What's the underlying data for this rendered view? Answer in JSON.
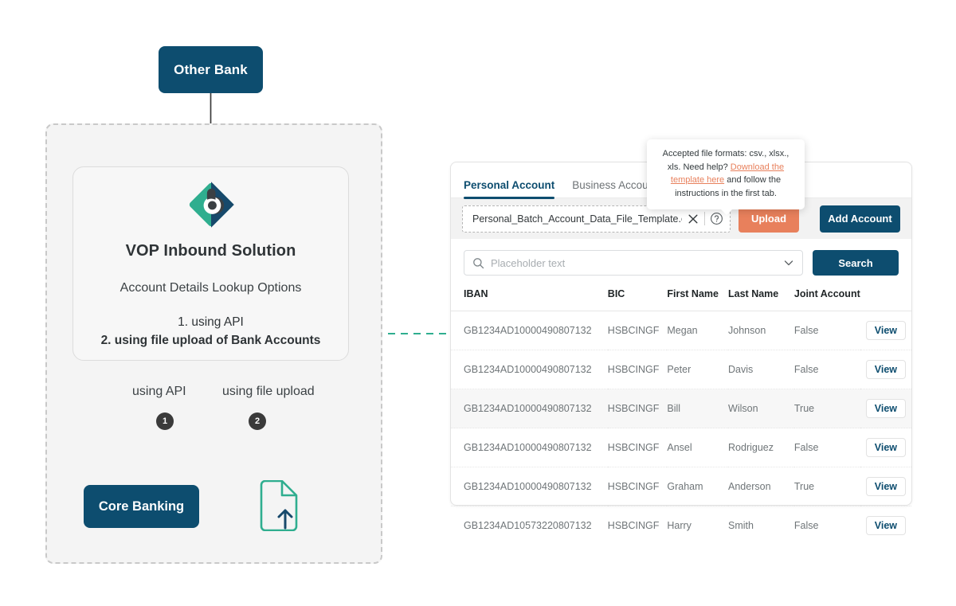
{
  "diagram": {
    "other_bank_label": "Other Bank",
    "card": {
      "logo_name": "vop-brand-logo",
      "title": "VOP Inbound Solution",
      "subtitle": "Account Details Lookup Options",
      "option_1": "1. using API",
      "option_2": "2. using file upload of Bank Accounts"
    },
    "branch_label_api": "using API",
    "branch_label_file": "using file upload",
    "badge_1": "1",
    "badge_2": "2",
    "core_banking_label": "Core Banking",
    "file_upload_icon_name": "file-upload-icon",
    "colors": {
      "navy": "#0d4d6f",
      "teal": "#2fae8f",
      "charcoal": "#3a3a3a",
      "dashed_border": "#c9c9c9",
      "container_bg": "#f4f4f4"
    }
  },
  "panel": {
    "tabs": [
      {
        "label": "Personal Account",
        "active": true
      },
      {
        "label": "Business Account",
        "active": false
      }
    ],
    "upload_row": {
      "file_name": "Personal_Batch_Account_Data_File_Template.csv",
      "clear_icon": "close-icon",
      "help_icon": "help-circle-icon",
      "upload_label": "Upload",
      "add_account_label": "Add Account",
      "upload_color": "#e8805c",
      "add_account_color": "#0d4d6f"
    },
    "search_row": {
      "placeholder": "Placeholder text",
      "value": "",
      "search_icon": "search-icon",
      "dropdown_icon": "chevron-down-icon",
      "search_label": "Search"
    },
    "table": {
      "columns": [
        "IBAN",
        "BIC",
        "First Name",
        "Last Name",
        "Joint Account",
        ""
      ],
      "action_label": "View",
      "rows": [
        {
          "iban": "GB1234AD10000490807132",
          "bic": "HSBCINGF",
          "first": "Megan",
          "last": "Johnson",
          "joint": "False",
          "action": "View"
        },
        {
          "iban": "GB1234AD10000490807132",
          "bic": "HSBCINGF",
          "first": "Peter",
          "last": "Davis",
          "joint": "False",
          "action": "View"
        },
        {
          "iban": "GB1234AD10000490807132",
          "bic": "HSBCINGF",
          "first": "Bill",
          "last": "Wilson",
          "joint": "True",
          "action": "View"
        },
        {
          "iban": "GB1234AD10000490807132",
          "bic": "HSBCINGF",
          "first": "Ansel",
          "last": "Rodriguez",
          "joint": "False",
          "action": "View"
        },
        {
          "iban": "GB1234AD10000490807132",
          "bic": "HSBCINGF",
          "first": "Graham",
          "last": "Anderson",
          "joint": "True",
          "action": "View"
        },
        {
          "iban": "GB1234AD10573220807132",
          "bic": "HSBCINGF",
          "first": "Harry",
          "last": "Smith",
          "joint": "False",
          "action": "View"
        }
      ]
    }
  },
  "tooltip": {
    "line1": "Accepted file formats: csv., xlsx., xls.",
    "line2_prefix": "Need help? ",
    "link_text": "Download the template here",
    "line2_suffix": " and follow the instructions in the first tab."
  }
}
